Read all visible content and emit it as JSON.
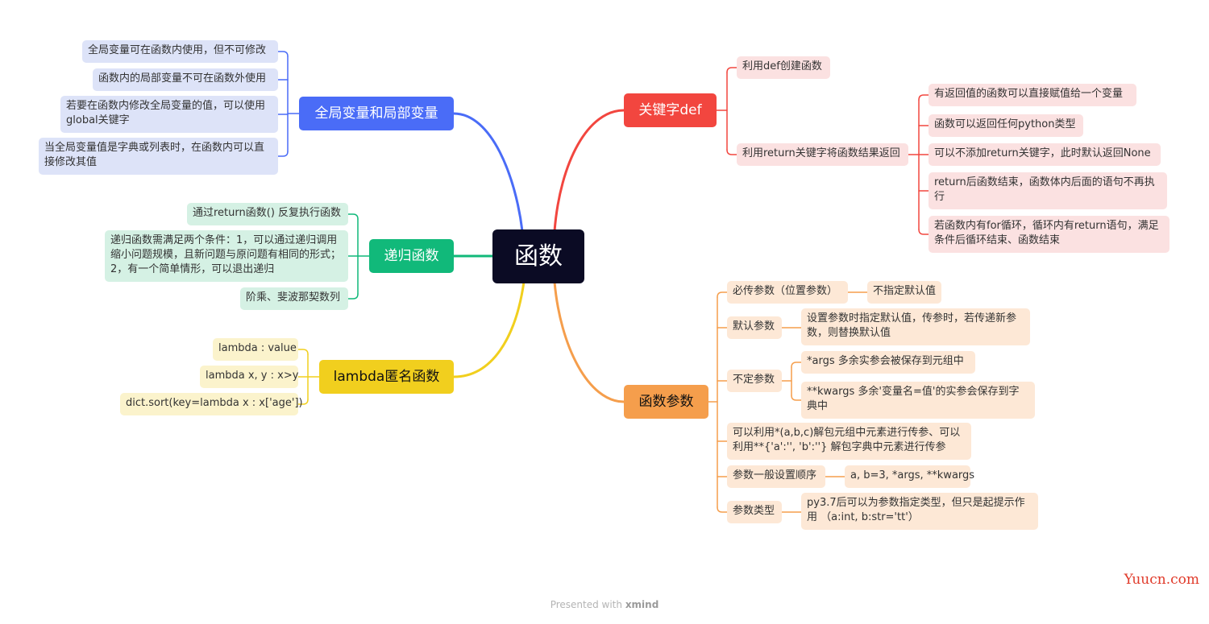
{
  "root": "函数",
  "branches": {
    "scope": {
      "label": "全局变量和局部变量",
      "color": "#4a6cf7",
      "items": [
        "全局变量可在函数内使用，但不可修改",
        "函数内的局部变量不可在函数外使用",
        "若要在函数内修改全局变量的值，可以使用global关键字",
        "当全局变量值是字典或列表时，在函数内可以直接修改其值"
      ]
    },
    "recursion": {
      "label": "递归函数",
      "color": "#11b97a",
      "items": [
        "通过return函数() 反复执行函数",
        "递归函数需满足两个条件：1，可以通过递归调用缩小问题规模，且新问题与原问题有相同的形式；2，有一个简单情形，可以退出递归",
        "阶乘、斐波那契数列"
      ]
    },
    "lambda": {
      "label": "lambda匿名函数",
      "color": "#f1cf1e",
      "items": [
        "lambda : value",
        "lambda x, y : x>y",
        "dict.sort(key=lambda x : x['age'])"
      ]
    },
    "def": {
      "label": "关键字def",
      "color": "#f2463f",
      "items": [
        "利用def创建函数",
        "利用return关键字将函数结果返回"
      ],
      "return_items": [
        "有返回值的函数可以直接赋值给一个变量",
        "函数可以返回任何python类型",
        "可以不添加return关键字，此时默认返回None",
        "return后函数结束，函数体内后面的语句不再执行",
        "若函数内有for循环，循环内有return语句，满足条件后循环结束、函数结束"
      ]
    },
    "params": {
      "label": "函数参数",
      "color": "#f59e4c",
      "items": [
        {
          "label": "必传参数（位置参数）",
          "children": [
            "不指定默认值"
          ]
        },
        {
          "label": "默认参数",
          "children": [
            "设置参数时指定默认值，传参时，若传递新参数，则替换默认值"
          ]
        },
        {
          "label": "不定参数",
          "children": [
            "*args  多余实参会被保存到元组中",
            "**kwargs 多余'变量名=值'的实参会保存到字典中"
          ]
        },
        {
          "label": "可以利用*(a,b,c)解包元组中元素进行传参、可以利用**{'a':'', 'b':''} 解包字典中元素进行传参",
          "children": []
        },
        {
          "label": "参数一般设置顺序",
          "children": [
            "a, b=3, *args, **kwargs"
          ]
        },
        {
          "label": "参数类型",
          "children": [
            "py3.7后可以为参数指定类型，但只是起提示作用  （a:int, b:str='tt'）"
          ]
        }
      ]
    }
  },
  "footer": {
    "presented": "Presented with",
    "brand": "xmind"
  },
  "watermark": "Yuucn.com"
}
